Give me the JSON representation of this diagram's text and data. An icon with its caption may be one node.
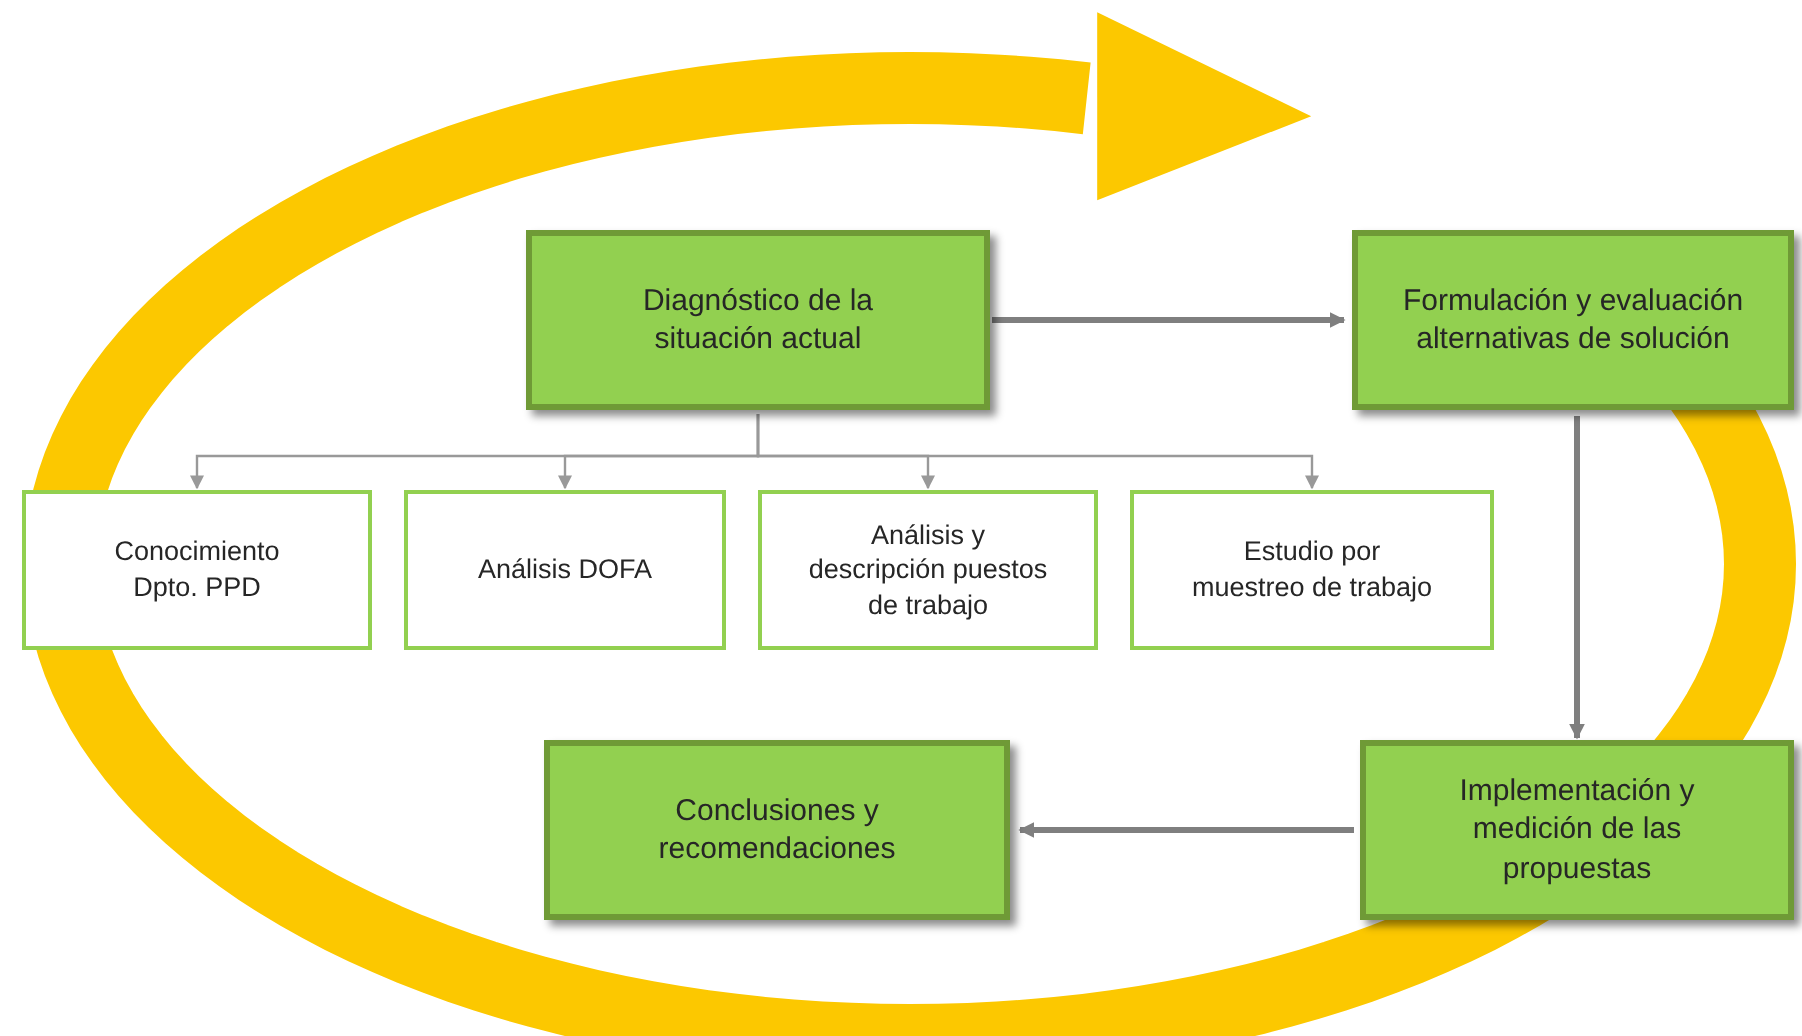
{
  "diagram": {
    "nodes": [
      {
        "text": [
          "Diagnóstico de la situación actual"
        ]
      },
      {
        "text": [
          "Formulación y evaluación alternativas de solución"
        ]
      },
      {
        "text": [
          "Conocimiento Dpto. PPD"
        ]
      },
      {
        "text": [
          "Análisis DOFA"
        ]
      },
      {
        "text": [
          "Análisis y descripción puestos de trabajo"
        ]
      },
      {
        "text": [
          "Estudio por muestreo de trabajo"
        ]
      },
      {
        "text": [
          "Implementación y medición de las propuestas"
        ]
      },
      {
        "text": [
          "Conclusiones y recomendaciones"
        ]
      }
    ],
    "edges": [
      {
        "from": 0,
        "to": 1,
        "arrow": "to",
        "style": "thick"
      },
      {
        "from": 0,
        "to": 2,
        "arrow": "to"
      },
      {
        "from": 0,
        "to": 3,
        "arrow": "to"
      },
      {
        "from": 0,
        "to": 4,
        "arrow": "to"
      },
      {
        "from": 0,
        "to": 5,
        "arrow": "to"
      },
      {
        "from": 1,
        "to": 6,
        "arrow": "to",
        "style": "thick"
      },
      {
        "from": 6,
        "to": 7,
        "arrow": "to",
        "style": "thick"
      }
    ]
  }
}
